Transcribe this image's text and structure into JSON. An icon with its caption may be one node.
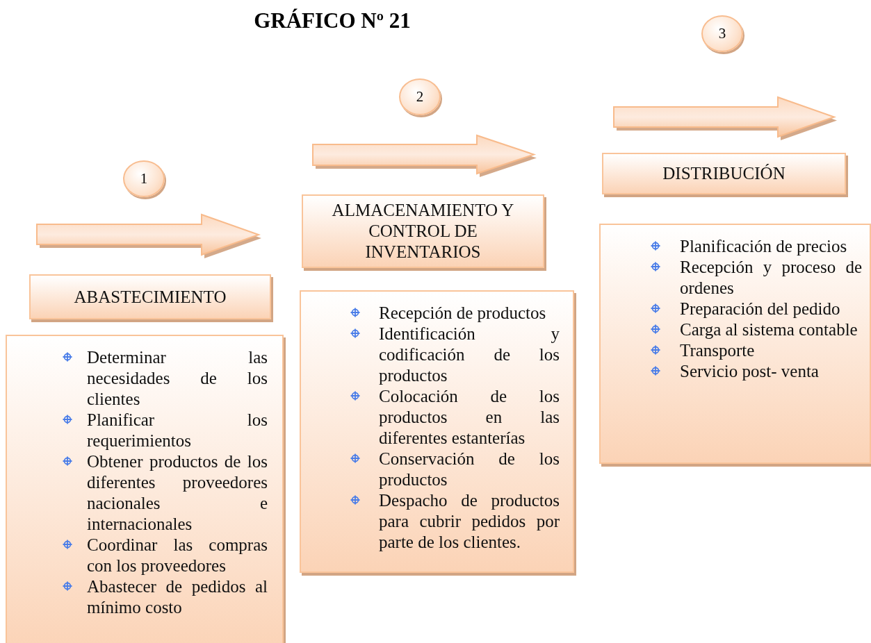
{
  "diagram": {
    "title": "GRÁFICO Nº 21",
    "nodes": [
      {
        "text": [
          "1"
        ]
      },
      {
        "text": [
          "ABASTECIMIENTO"
        ]
      },
      {
        "text": [
          "Determinar las necesidades de los clientes",
          "Planificar los requerimientos",
          "Obtener productos de los diferentes proveedores nacionales e internacionales",
          "Coordinar las compras con los proveedores",
          "Abastecer de pedidos al mínimo costo"
        ]
      },
      {
        "text": [
          "2"
        ]
      },
      {
        "text": [
          "ALMACENAMIENTO Y CONTROL DE INVENTARIOS"
        ]
      },
      {
        "text": [
          "Recepción de productos",
          "Identificación y codificación de los productos",
          "Colocación de los productos en las diferentes estanterías",
          "Conservación de los productos",
          "Despacho de productos para cubrir pedidos por parte de los clientes."
        ]
      },
      {
        "text": [
          "3"
        ]
      },
      {
        "text": [
          "DISTRIBUCIÓN"
        ]
      },
      {
        "text": [
          "Planificación de precios",
          "Recepción y proceso de ordenes",
          "Preparación del pedido",
          "Carga al sistema contable",
          "Transporte",
          "Servicio post- venta"
        ]
      }
    ],
    "edges": [
      {
        "from": 0,
        "to": 1,
        "arrow": "to",
        "style": "thick"
      },
      {
        "from": 3,
        "to": 4,
        "arrow": "to",
        "style": "thick"
      },
      {
        "from": 6,
        "to": 7,
        "arrow": "to",
        "style": "thick"
      }
    ]
  }
}
